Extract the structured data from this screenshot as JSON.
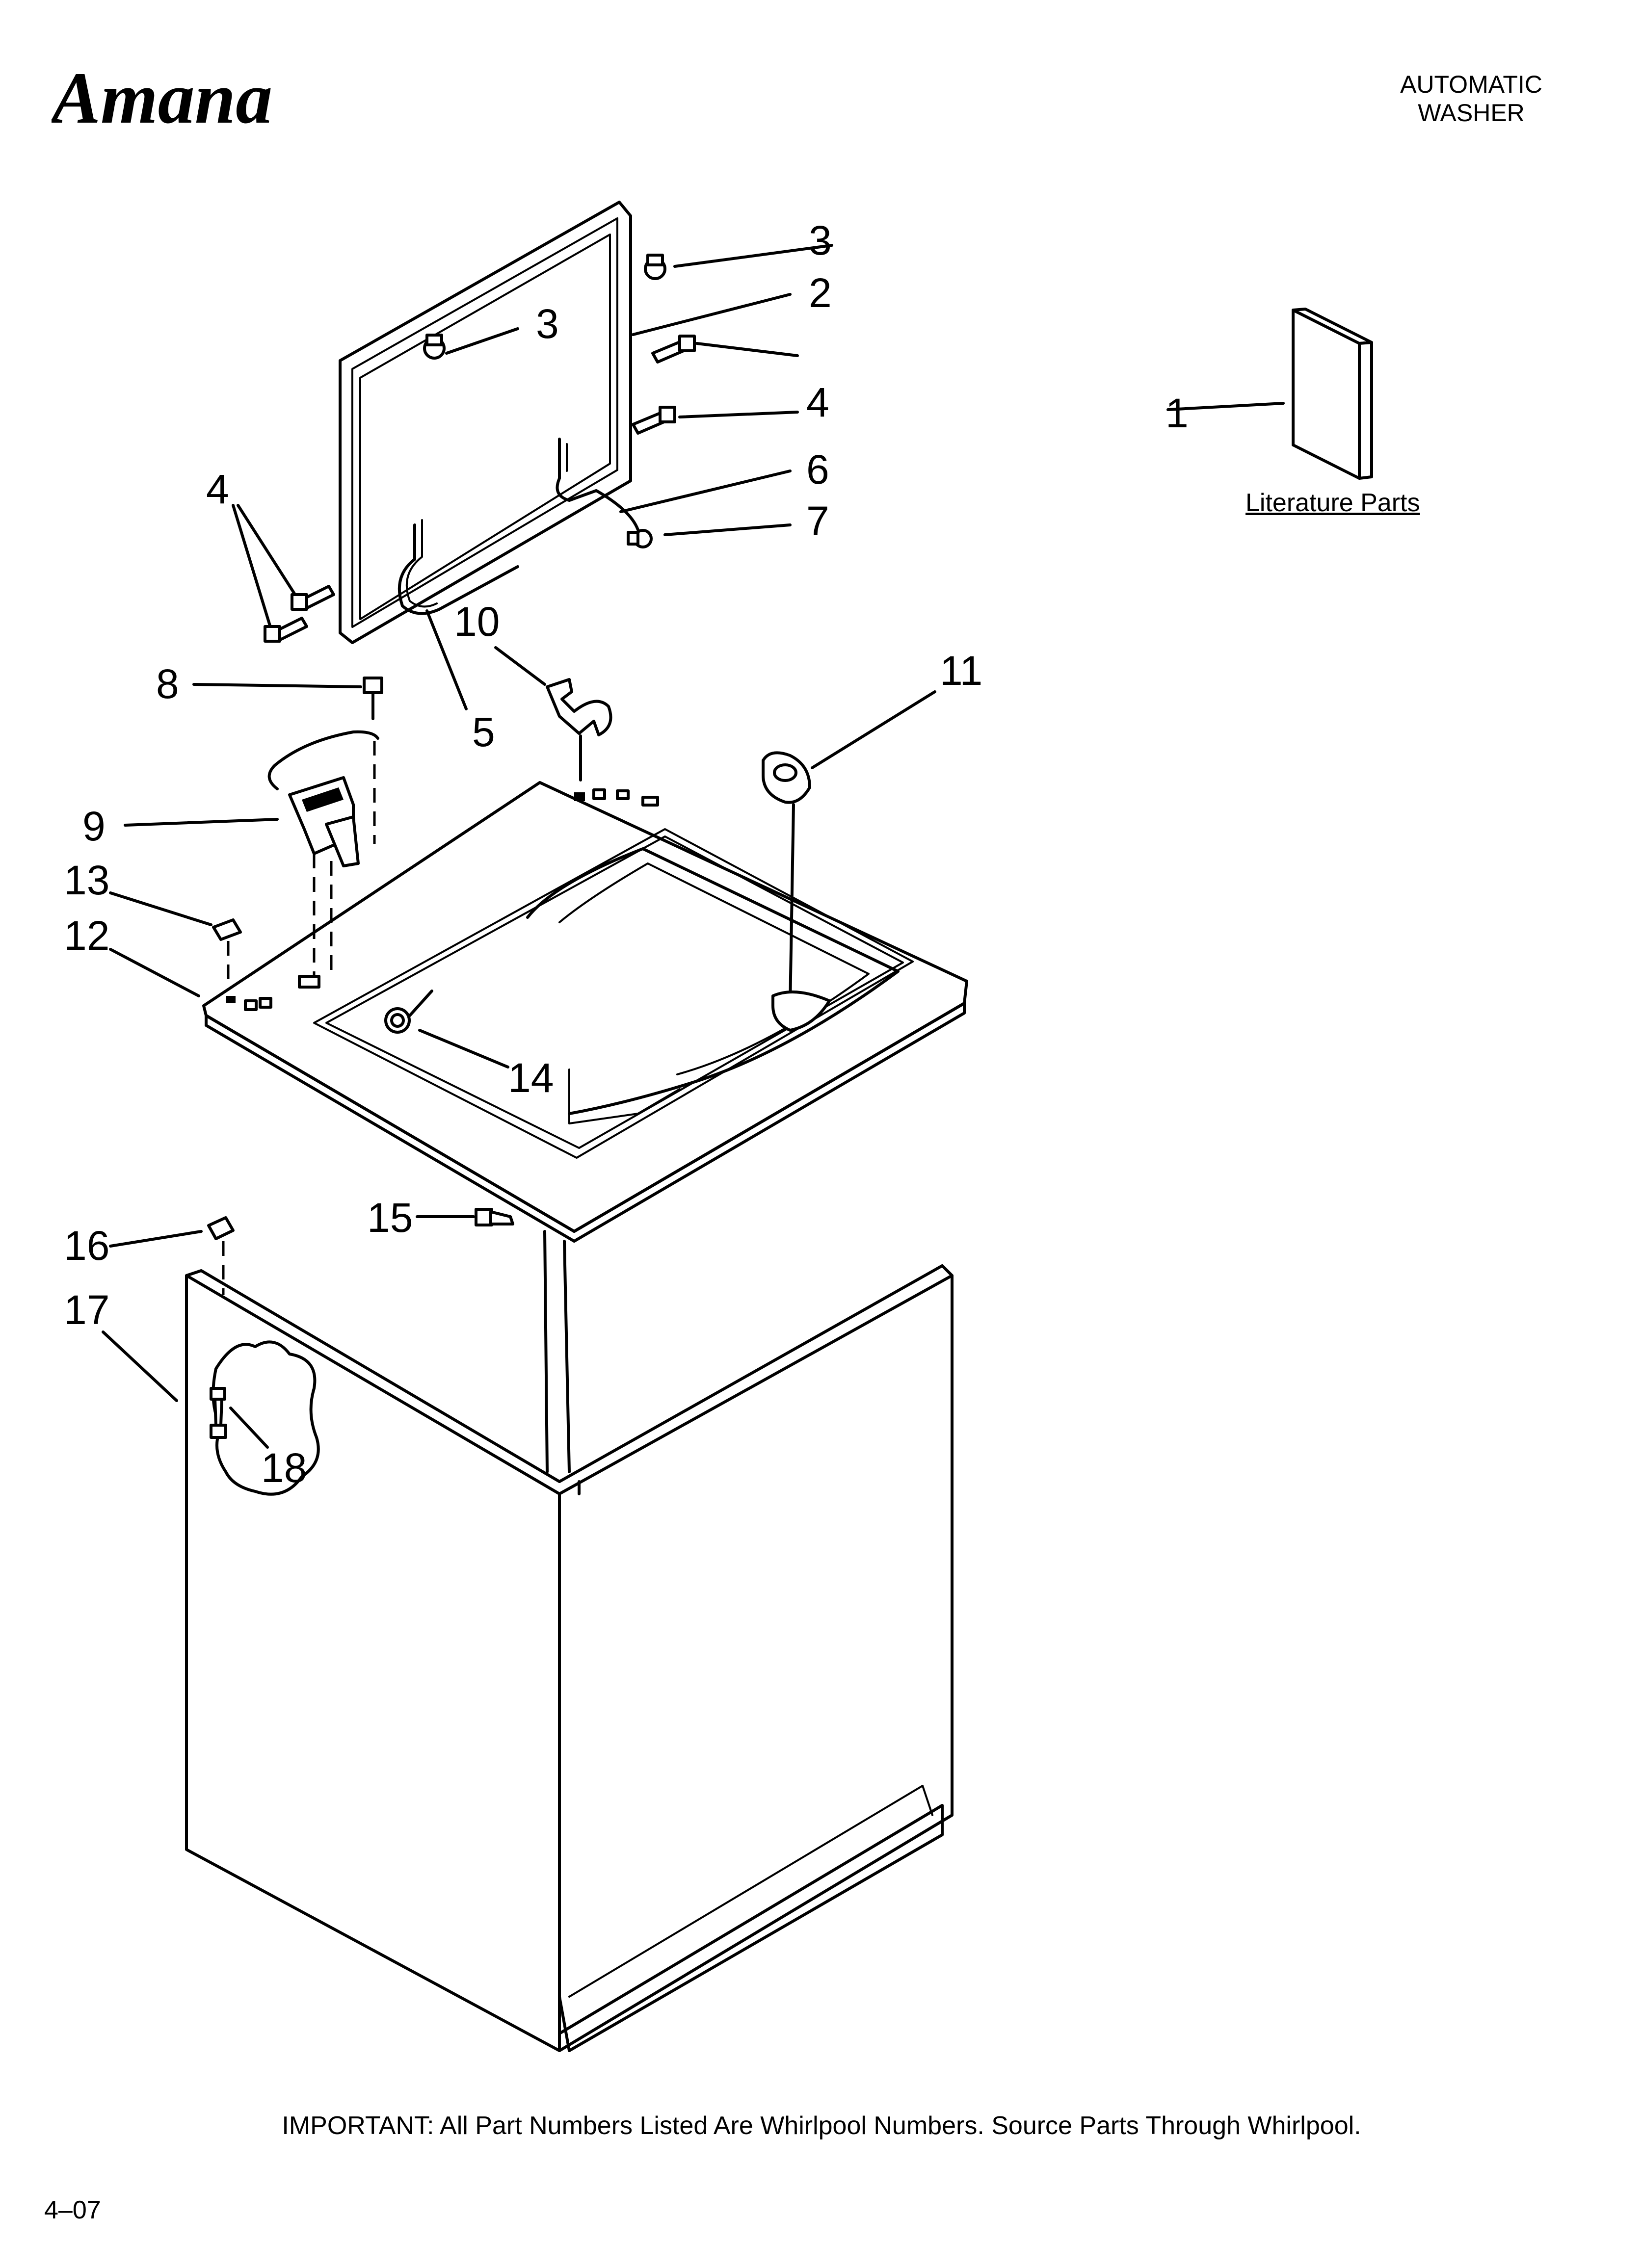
{
  "header": {
    "brand": "Amana",
    "title_line1": "AUTOMATIC",
    "title_line2": "WASHER"
  },
  "literature": {
    "label": "Literature Parts"
  },
  "callouts": [
    {
      "id": "c1",
      "text": "1"
    },
    {
      "id": "c2",
      "text": "2"
    },
    {
      "id": "c3a",
      "text": "3"
    },
    {
      "id": "c3b",
      "text": "3"
    },
    {
      "id": "c4a",
      "text": "4"
    },
    {
      "id": "c4b",
      "text": "4"
    },
    {
      "id": "c5",
      "text": "5"
    },
    {
      "id": "c6",
      "text": "6"
    },
    {
      "id": "c7",
      "text": "7"
    },
    {
      "id": "c8",
      "text": "8"
    },
    {
      "id": "c9",
      "text": "9"
    },
    {
      "id": "c10",
      "text": "10"
    },
    {
      "id": "c11",
      "text": "11"
    },
    {
      "id": "c12",
      "text": "12"
    },
    {
      "id": "c13",
      "text": "13"
    },
    {
      "id": "c14",
      "text": "14"
    },
    {
      "id": "c15",
      "text": "15"
    },
    {
      "id": "c16",
      "text": "16"
    },
    {
      "id": "c17",
      "text": "17"
    },
    {
      "id": "c18",
      "text": "18"
    }
  ],
  "footer": {
    "note": "IMPORTANT: All Part Numbers Listed Are Whirlpool Numbers. Source Parts Through Whirlpool.",
    "revision": "4–07"
  }
}
